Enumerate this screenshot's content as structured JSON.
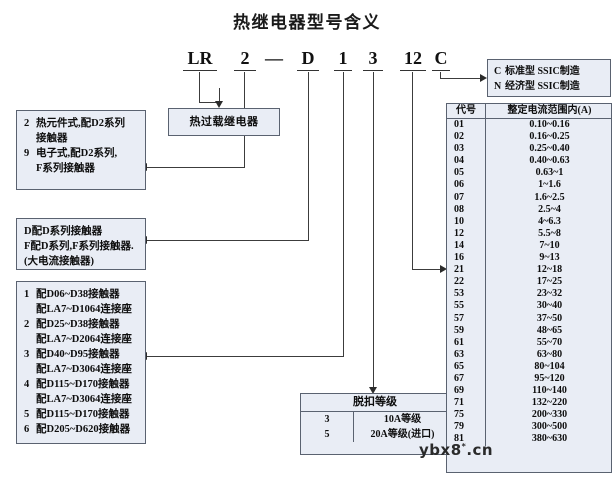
{
  "title": "热继电器型号含义",
  "model_code": {
    "segments": [
      {
        "label": "LR"
      },
      {
        "label": "2"
      },
      {
        "label": "D"
      },
      {
        "label": "1"
      },
      {
        "label": "3"
      },
      {
        "label": "12"
      },
      {
        "label": "C"
      }
    ],
    "dash": "—"
  },
  "product_box": {
    "label": "热过载继电器"
  },
  "element_type_box": {
    "lines": [
      {
        "num": "2",
        "text": "热元件式,配D2系列"
      },
      {
        "num": "",
        "text": "接触器"
      },
      {
        "num": "9",
        "text": "电子式,配D2系列,"
      },
      {
        "num": "",
        "text": "F系列接触器"
      }
    ]
  },
  "contactor_series_box": {
    "lines": [
      {
        "num": "",
        "text": "D配D系列接触器"
      },
      {
        "num": "",
        "text": "F配D系列,F系列接触器."
      },
      {
        "num": "",
        "text": "(大电流接触器)"
      }
    ]
  },
  "frame_size_box": {
    "lines": [
      {
        "num": "1",
        "text": "配D06~D38接触器"
      },
      {
        "num": "",
        "text": "配LA7~D1064连接座"
      },
      {
        "num": "2",
        "text": "配D25~D38接触器"
      },
      {
        "num": "",
        "text": "配LA7~D2064连接座"
      },
      {
        "num": "3",
        "text": "配D40~D95接触器"
      },
      {
        "num": "",
        "text": "配LA7~D3064连接座"
      },
      {
        "num": "4",
        "text": "配D115~D170接触器"
      },
      {
        "num": "",
        "text": "配LA7~D3064连接座"
      },
      {
        "num": "5",
        "text": "配D115~D170接触器"
      },
      {
        "num": "6",
        "text": "配D205~D620接触器"
      }
    ]
  },
  "trip_class_table": {
    "header": "脱扣等级",
    "rows": [
      {
        "code": "3",
        "desc": "10A等级"
      },
      {
        "code": "5",
        "desc": "20A等级(进口)"
      }
    ]
  },
  "manufacture_box": {
    "rows": [
      {
        "key": "C",
        "text": "标准型  SSIC制造"
      },
      {
        "key": "N",
        "text": "经济型  SSIC制造"
      }
    ]
  },
  "current_range_table": {
    "headers": [
      "代号",
      "整定电流范围内(A)"
    ],
    "rows": [
      {
        "code": "01",
        "range": "0.10~0.16"
      },
      {
        "code": "02",
        "range": "0.16~0.25"
      },
      {
        "code": "03",
        "range": "0.25~0.40"
      },
      {
        "code": "04",
        "range": "0.40~0.63"
      },
      {
        "code": "05",
        "range": "0.63~1"
      },
      {
        "code": "06",
        "range": "1~1.6"
      },
      {
        "code": "07",
        "range": "1.6~2.5"
      },
      {
        "code": "08",
        "range": "2.5~4"
      },
      {
        "code": "10",
        "range": "4~6.3"
      },
      {
        "code": "12",
        "range": "5.5~8"
      },
      {
        "code": "14",
        "range": "7~10"
      },
      {
        "code": "16",
        "range": "9~13"
      },
      {
        "code": "21",
        "range": "12~18"
      },
      {
        "code": "22",
        "range": "17~25"
      },
      {
        "code": "53",
        "range": "23~32"
      },
      {
        "code": "55",
        "range": "30~40"
      },
      {
        "code": "57",
        "range": "37~50"
      },
      {
        "code": "59",
        "range": "48~65"
      },
      {
        "code": "61",
        "range": "55~70"
      },
      {
        "code": "63",
        "range": "63~80"
      },
      {
        "code": "65",
        "range": "80~104"
      },
      {
        "code": "67",
        "range": "95~120"
      },
      {
        "code": "69",
        "range": "110~140"
      },
      {
        "code": "71",
        "range": "132~220"
      },
      {
        "code": "75",
        "range": "200~330"
      },
      {
        "code": "79",
        "range": "300~500"
      },
      {
        "code": "81",
        "range": "380~630"
      }
    ]
  },
  "watermark": {
    "text": "ybx8",
    "sup": "*",
    "suffix": ".cn"
  },
  "colors": {
    "box_fill": "#e9edf5",
    "box_border": "#5a6270",
    "line": "#3c3c3c"
  }
}
